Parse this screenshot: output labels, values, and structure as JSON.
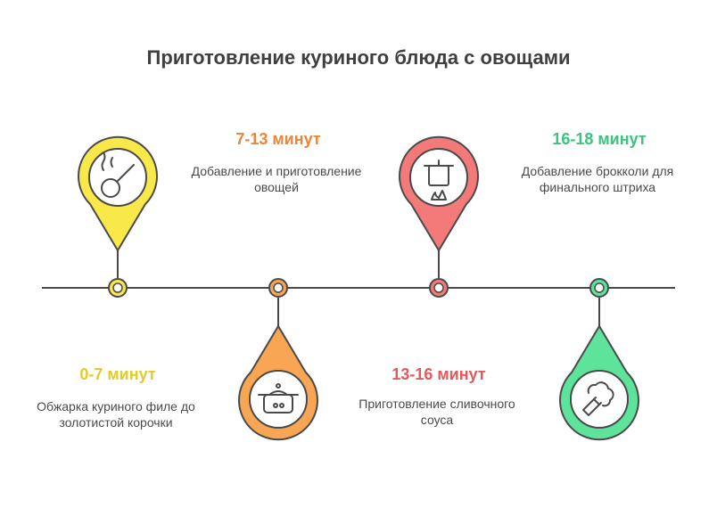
{
  "title": "Приготовление куриного блюда с овощами",
  "steps": [
    {
      "time": "0-7 минут",
      "description": "Обжарка куриного филе до золотистой корочки",
      "color": "#e0cc2a",
      "pin_color": "#f9e84a",
      "icon": "chicken-drumstick-icon"
    },
    {
      "time": "7-13 минут",
      "description": "Добавление и приготовление овощей",
      "color": "#e8863a",
      "pin_color": "#f8a554",
      "icon": "cooking-pot-icon"
    },
    {
      "time": "13-16 минут",
      "description": "Приготовление сливочного соуса",
      "color": "#e05a5a",
      "pin_color": "#f47a7a",
      "icon": "pot-on-stove-icon"
    },
    {
      "time": "16-18 минут",
      "description": "Добавление брокколи для финального штриха",
      "color": "#3cc47e",
      "pin_color": "#5ee39b",
      "icon": "broccoli-icon"
    }
  ]
}
